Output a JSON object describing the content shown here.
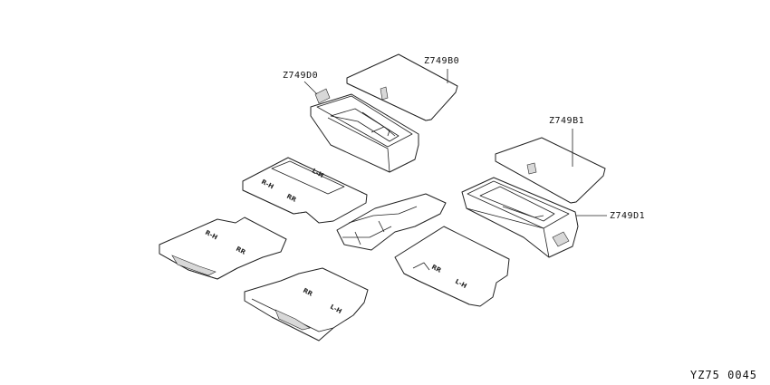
{
  "callouts": {
    "z749b0": "Z749B0",
    "z749d0": "Z749D0",
    "z749b1": "Z749B1",
    "z749d1": "Z749D1"
  },
  "figure_number": "YZ75 0045",
  "part_marks": {
    "mat_top_rr": "RR",
    "mat_top_rh": "R-H",
    "mat_top_lh": "L-H",
    "mat_left_rr": "RR",
    "mat_left_rh": "R-H",
    "mat_bottom_rr": "RR",
    "mat_bottom_lh": "L-H",
    "mat_right_rr": "RR",
    "mat_right_lh": "L-H"
  }
}
